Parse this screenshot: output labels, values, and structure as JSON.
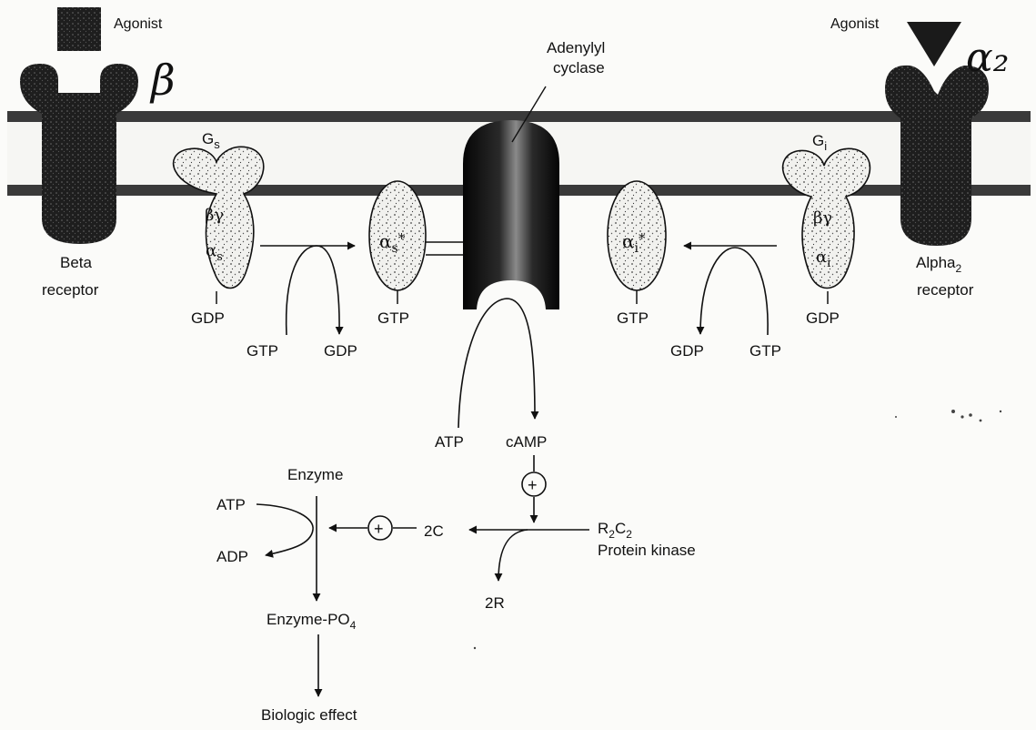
{
  "labels": {
    "agonist_left": "Agonist",
    "agonist_right": "Agonist",
    "beta_handwritten": "β",
    "alpha2_handwritten": "α₂",
    "adenylyl": "Adenylyl",
    "cyclase": "cyclase",
    "gs_main": "G",
    "gs_sub": "s",
    "gi_main": "G",
    "gi_sub": "i",
    "beta_gamma_left": "βγ",
    "beta_gamma_right": "βγ",
    "alpha_s_main": "α",
    "alpha_s_sub": "s",
    "alpha_s_active_main": "α",
    "alpha_s_active_sub": "s",
    "alpha_s_active_star": "*",
    "alpha_i_active_main": "α",
    "alpha_i_active_sub": "i",
    "alpha_i_active_star": "*",
    "alpha_i_main": "α",
    "alpha_i_sub": "i",
    "beta_receptor_1": "Beta",
    "beta_receptor_2": "receptor",
    "alpha2_receptor_main": "Alpha",
    "alpha2_receptor_sub": "2",
    "alpha2_receptor_2": "receptor",
    "gdp_gs": "GDP",
    "gtp_as": "GTP",
    "gtp_ai": "GTP",
    "gdp_gi": "GDP",
    "gtp_in_left": "GTP",
    "gdp_out_left": "GDP",
    "gdp_out_right": "GDP",
    "gtp_in_right": "GTP",
    "atp_cyclase": "ATP",
    "camp": "cAMP",
    "plus_camp": "+",
    "plus_2c": "+",
    "enzyme": "Enzyme",
    "atp_enzyme": "ATP",
    "adp": "ADP",
    "two_c": "2C",
    "r2c2_r": "R",
    "r2c2_sub1": "2",
    "r2c2_c": "C",
    "r2c2_sub2": "2",
    "protein_kinase": "Protein kinase",
    "two_r": "2R",
    "enzyme_po4_main": "Enzyme-PO",
    "enzyme_po4_sub": "4",
    "biologic_effect": "Biologic effect"
  }
}
